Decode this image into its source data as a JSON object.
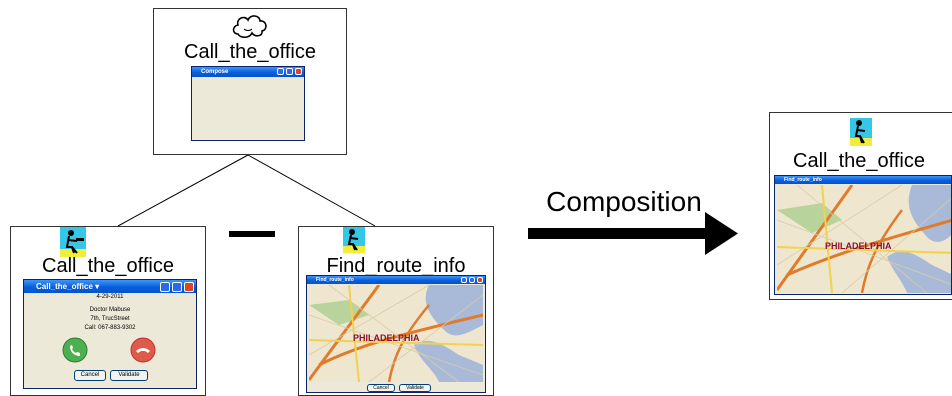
{
  "composition_label": "Composition",
  "top": {
    "label": "Call_the_office",
    "window_title": "Compose",
    "icon": "cloud-icon"
  },
  "left": {
    "label": "Call_the_office",
    "icon": "person-at-desk-icon",
    "window_title": "Call_the_office",
    "date": "4-29-2011",
    "name": "Doctor Mabuse",
    "address": "7th, TrucStreet",
    "call": "Call: 067-883-9302",
    "cancel": "Cancel",
    "validate": "Validate"
  },
  "middle": {
    "label": "Find_route_info",
    "icon": "person-at-desk-icon",
    "window_title": "Find_route_info",
    "map_text": "PHILADELPHIA",
    "cancel": "Cancel",
    "validate": "Validate"
  },
  "right": {
    "label": "Call_the_office",
    "icon": "person-at-desk-icon",
    "window_title": "Find_route_info",
    "map_text": "PHILADELPHIA"
  },
  "colors": {
    "titlebar": "#0a5fd8",
    "window_bg": "#ece9d8",
    "accept": "#4caf50",
    "reject": "#e05a4a"
  }
}
